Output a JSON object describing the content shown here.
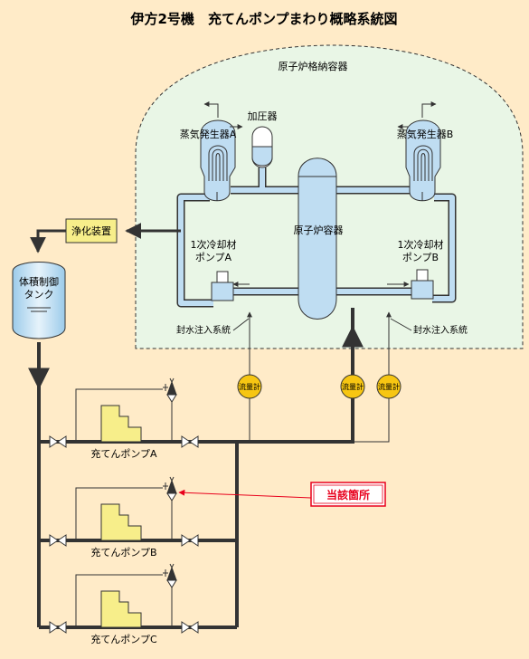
{
  "title": "伊方2号機　充てんポンプまわり概略系統図",
  "labels": {
    "containment": "原子炉格納容器",
    "pressurizer": "加圧器",
    "sg_a": "蒸気発生器A",
    "sg_b": "蒸気発生器B",
    "reactor_vessel": "原子炉容器",
    "rcp_a": [
      "1次冷却材",
      "ポンプA"
    ],
    "rcp_b": [
      "1次冷却材",
      "ポンプB"
    ],
    "seal_injection_left": "封水注入系統",
    "seal_injection_right": "封水注入系統",
    "purification": "浄化装置",
    "vct": [
      "体積制御",
      "タンク"
    ],
    "flowmeter": "流量計",
    "charging_pump_a": "充てんポンプA",
    "charging_pump_b": "充てんポンプB",
    "charging_pump_c": "充てんポンプC",
    "target_location": "当該箇所"
  },
  "colors": {
    "background": "#FFEBC8",
    "containment_fill": "#E9F6E6",
    "equipment_fill": "#BFDDF2",
    "pipe_inner": "#BFDDF2",
    "pipe_dark": "#333333",
    "flowmeter_fill": "#F7C612",
    "pump_fill": "#F7EE8A",
    "callout": "#E8001C"
  }
}
